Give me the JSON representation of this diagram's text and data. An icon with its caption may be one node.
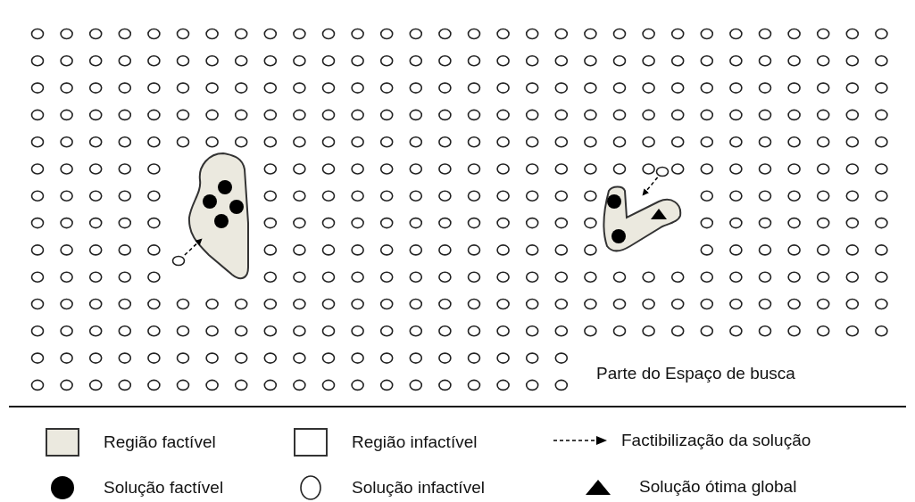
{
  "diagram": {
    "nodes": [
      {
        "text": [],
        "shape": "cloud"
      },
      {
        "text": [],
        "shape": "circle"
      },
      {
        "text": [],
        "shape": "cloud"
      },
      {
        "text": [],
        "shape": "circle"
      }
    ],
    "edges": [
      {
        "from": 1,
        "to": 0,
        "arrow": "to",
        "style": "dashed"
      },
      {
        "from": 3,
        "to": 2,
        "arrow": "to",
        "style": "dashed"
      }
    ],
    "labels": [
      "Parte do Espaço de busca"
    ],
    "legend": [
      {
        "text": "Região factível",
        "color": "#ebe9df"
      },
      {
        "text": "Região infactível",
        "color": "#ffffff"
      },
      {
        "text": "Factibilização da solução"
      },
      {
        "text": "Solução factível"
      },
      {
        "text": "Solução infactível"
      },
      {
        "text": "Solução ótima global"
      }
    ]
  }
}
